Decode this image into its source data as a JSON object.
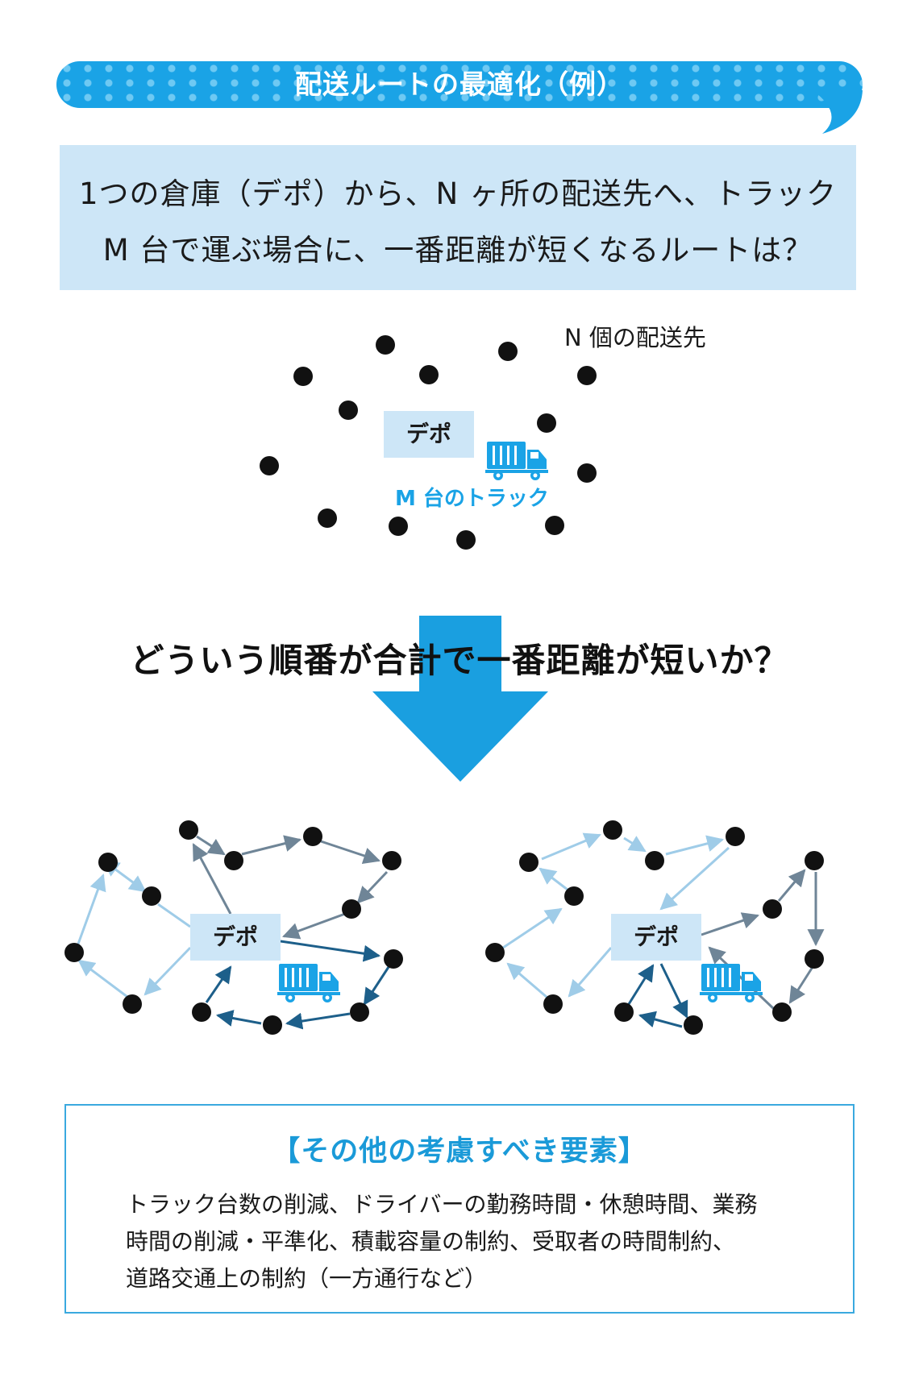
{
  "banner": {
    "title": "配送ルートの最適化（例）"
  },
  "question": {
    "line1": "1つの倉庫（デポ）から、N ヶ所の配送先へ、トラック",
    "line2": "M 台で運ぶ場合に、一番距離が短くなるルートは？"
  },
  "scatter_diagram": {
    "destinations_label": "N 個の配送先",
    "depot_label": "デポ",
    "truck_label": "M 台のトラック"
  },
  "big_question": "どういう順番が合計で一番距離が短いか？",
  "route_examples": {
    "left_depot_label": "デポ",
    "right_depot_label": "デポ"
  },
  "factors": {
    "title": "【その他の考慮すべき要素】",
    "lines": [
      "トラック台数の削減、ドライバーの勤務時間・休憩時間、業務",
      "時間の削減・平準化、積載容量の制約、受取者の時間制約、",
      "道路交通上の制約（一方通行など）"
    ]
  },
  "colors": {
    "accent": "#1aa3e6",
    "light_panel": "#cde6f7",
    "route_light": "#9fcce8",
    "route_gray": "#6f8597",
    "route_dark": "#1d5f8a",
    "dot": "#111111"
  }
}
